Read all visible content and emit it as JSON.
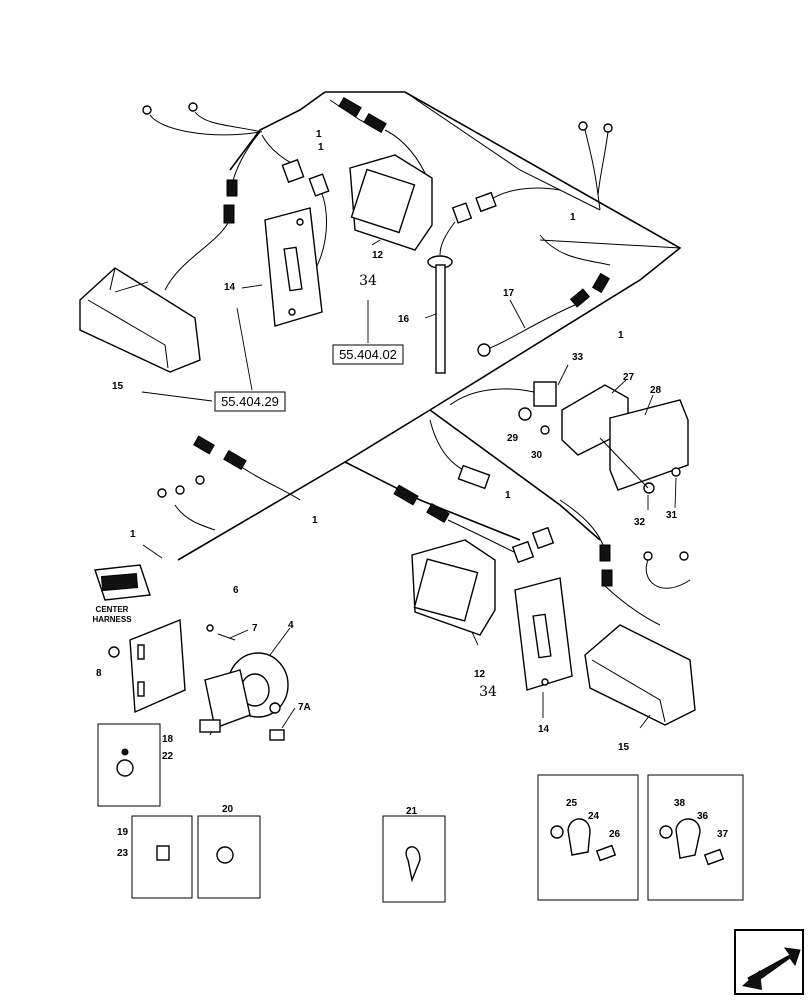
{
  "callouts": {
    "c1a": "1",
    "c1b": "1",
    "c1c": "1",
    "c1d": "1",
    "c1e": "1",
    "c1f": "1",
    "c1g": "1",
    "c4": "4",
    "c6": "6",
    "c7": "7",
    "c7a": "7A",
    "c8": "8",
    "c12a": "12",
    "c12b": "12",
    "c14a": "14",
    "c14b": "14",
    "c15a": "15",
    "c15b": "15",
    "c16": "16",
    "c17": "17",
    "c18": "18",
    "c19": "19",
    "c20": "20",
    "c21": "21",
    "c22": "22",
    "c23": "23",
    "c24": "24",
    "c25": "25",
    "c26": "26",
    "c27": "27",
    "c28": "28",
    "c29": "29",
    "c30": "30",
    "c31": "31",
    "c32": "32",
    "c33": "33",
    "c36": "36",
    "c37": "37",
    "c38": "38"
  },
  "references": {
    "ref_lamp_left": "55.404.29",
    "ref_lamp_top": "55.404.02"
  },
  "notes": {
    "center_harness_line1": "CENTER",
    "center_harness_line2": "HARNESS",
    "handwritten_a": "34",
    "handwritten_b": "34"
  },
  "icons": {
    "nav_arrow": "previous-arrow-icon"
  }
}
